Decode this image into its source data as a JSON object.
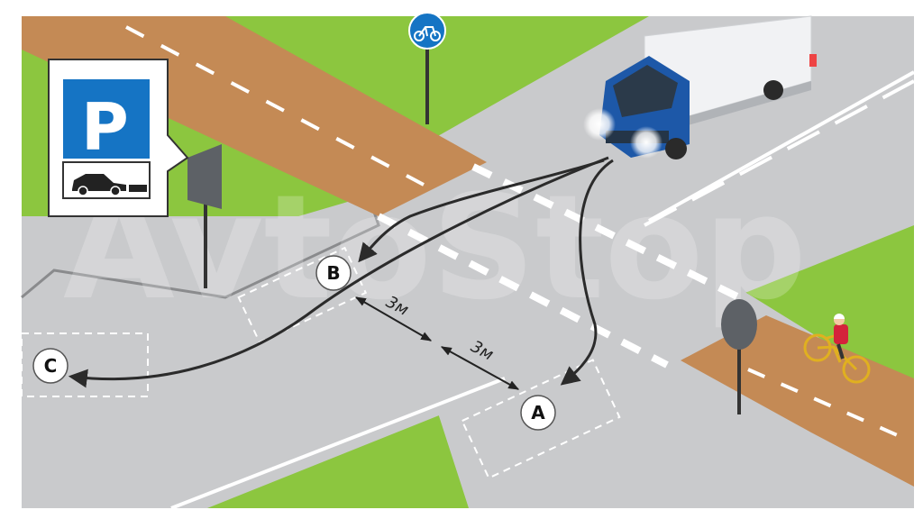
{
  "sign_callout": {
    "parking_letter": "P",
    "plate_icon": "car-icon"
  },
  "points": {
    "a": "A",
    "b": "B",
    "c": "C"
  },
  "dimensions": {
    "first": "3м",
    "second": "3м"
  },
  "watermark": "AvtoStop",
  "icons": {
    "bicycle_sign": "bicycle-icon",
    "cyclist": "cyclist-icon",
    "truck": "truck-icon"
  },
  "colors": {
    "grass": "#8cc63f",
    "road": "#c9cacc",
    "bike_path": "#c48a55",
    "sign_blue": "#1574c4",
    "truck_blue": "#1d58a8",
    "path_stroke": "#2b2b2b"
  }
}
